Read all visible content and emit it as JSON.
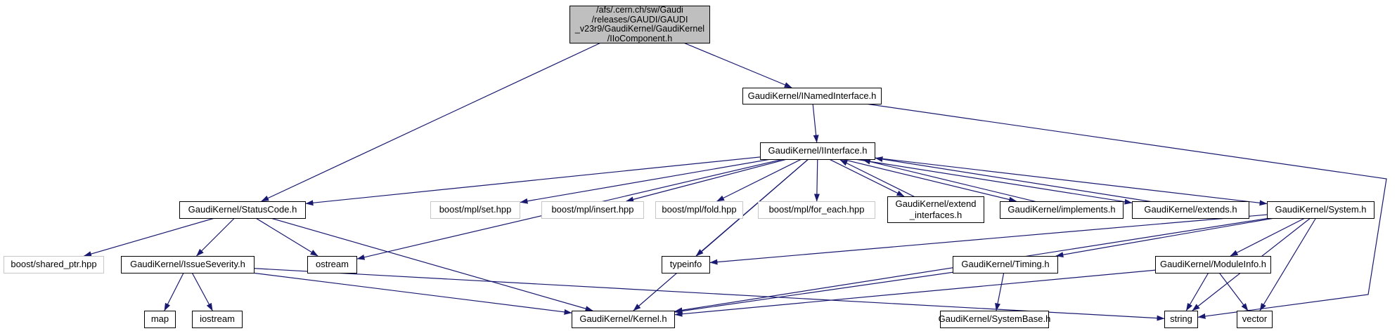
{
  "colors": {
    "edge": "#191970",
    "root_fill": "#bfbfbf",
    "node_fill": "#ffffff",
    "node_border": "#000000",
    "external_border": "#c6c6c6"
  },
  "nodes": [
    {
      "id": "root",
      "kind": "root",
      "label": "/afs/.cern.ch/sw/Gaudi\n/releases/GAUDI/GAUDI\n_v23r9/GaudiKernel/GaudiKernel\n/IIoComponent.h"
    },
    {
      "id": "inamed",
      "kind": "internal",
      "label": "GaudiKernel/INamedInterface.h"
    },
    {
      "id": "iinterface",
      "kind": "internal",
      "label": "GaudiKernel/IInterface.h"
    },
    {
      "id": "statuscode",
      "kind": "internal",
      "label": "GaudiKernel/StatusCode.h"
    },
    {
      "id": "mpl_set",
      "kind": "external",
      "label": "boost/mpl/set.hpp"
    },
    {
      "id": "mpl_insert",
      "kind": "external",
      "label": "boost/mpl/insert.hpp"
    },
    {
      "id": "mpl_fold",
      "kind": "external",
      "label": "boost/mpl/fold.hpp"
    },
    {
      "id": "mpl_foreach",
      "kind": "external",
      "label": "boost/mpl/for_each.hpp"
    },
    {
      "id": "extend_interfaces",
      "kind": "internal",
      "label": "GaudiKernel/extend\n_interfaces.h"
    },
    {
      "id": "implements",
      "kind": "internal",
      "label": "GaudiKernel/implements.h"
    },
    {
      "id": "extends",
      "kind": "internal",
      "label": "GaudiKernel/extends.h"
    },
    {
      "id": "system",
      "kind": "internal",
      "label": "GaudiKernel/System.h"
    },
    {
      "id": "shared_ptr",
      "kind": "external",
      "label": "boost/shared_ptr.hpp"
    },
    {
      "id": "issueseverity",
      "kind": "internal",
      "label": "GaudiKernel/IssueSeverity.h"
    },
    {
      "id": "ostream",
      "kind": "internal",
      "label": "ostream"
    },
    {
      "id": "typeinfo",
      "kind": "internal",
      "label": "typeinfo"
    },
    {
      "id": "timing",
      "kind": "internal",
      "label": "GaudiKernel/Timing.h"
    },
    {
      "id": "moduleinfo",
      "kind": "internal",
      "label": "GaudiKernel/ModuleInfo.h"
    },
    {
      "id": "map",
      "kind": "internal",
      "label": "map"
    },
    {
      "id": "iostream",
      "kind": "internal",
      "label": "iostream"
    },
    {
      "id": "kernel",
      "kind": "internal",
      "label": "GaudiKernel/Kernel.h"
    },
    {
      "id": "systembase",
      "kind": "internal",
      "label": "GaudiKernel/SystemBase.h"
    },
    {
      "id": "string",
      "kind": "internal",
      "label": "string"
    },
    {
      "id": "vector",
      "kind": "internal",
      "label": "vector"
    }
  ],
  "edges": [
    {
      "from": "root",
      "to": "inamed"
    },
    {
      "from": "root",
      "to": "statuscode"
    },
    {
      "from": "inamed",
      "to": "iinterface"
    },
    {
      "from": "inamed",
      "to": "string",
      "via": [
        [
          1972,
          255
        ],
        [
          1946,
          420
        ]
      ]
    },
    {
      "from": "iinterface",
      "to": "statuscode"
    },
    {
      "from": "iinterface",
      "to": "ostream"
    },
    {
      "from": "iinterface",
      "to": "typeinfo"
    },
    {
      "from": "iinterface",
      "to": "mpl_set"
    },
    {
      "from": "iinterface",
      "to": "mpl_insert"
    },
    {
      "from": "iinterface",
      "to": "mpl_fold"
    },
    {
      "from": "iinterface",
      "to": "mpl_foreach"
    },
    {
      "from": "iinterface",
      "to": "extend_interfaces"
    },
    {
      "from": "iinterface",
      "to": "implements"
    },
    {
      "from": "iinterface",
      "to": "extends"
    },
    {
      "from": "iinterface",
      "to": "system"
    },
    {
      "from": "iinterface",
      "to": "kernel"
    },
    {
      "from": "extend_interfaces",
      "to": "iinterface"
    },
    {
      "from": "implements",
      "to": "iinterface"
    },
    {
      "from": "extends",
      "to": "iinterface"
    },
    {
      "from": "statuscode",
      "to": "shared_ptr"
    },
    {
      "from": "statuscode",
      "to": "issueseverity"
    },
    {
      "from": "statuscode",
      "to": "ostream"
    },
    {
      "from": "statuscode",
      "to": "kernel"
    },
    {
      "from": "issueseverity",
      "to": "map"
    },
    {
      "from": "issueseverity",
      "to": "iostream"
    },
    {
      "from": "issueseverity",
      "to": "kernel"
    },
    {
      "from": "issueseverity",
      "to": "string"
    },
    {
      "from": "system",
      "to": "typeinfo"
    },
    {
      "from": "system",
      "to": "timing"
    },
    {
      "from": "system",
      "to": "moduleinfo"
    },
    {
      "from": "system",
      "to": "kernel"
    },
    {
      "from": "system",
      "to": "string"
    },
    {
      "from": "system",
      "to": "vector"
    },
    {
      "from": "timing",
      "to": "kernel"
    },
    {
      "from": "timing",
      "to": "systembase"
    },
    {
      "from": "moduleinfo",
      "to": "kernel"
    },
    {
      "from": "moduleinfo",
      "to": "string"
    },
    {
      "from": "moduleinfo",
      "to": "vector"
    }
  ]
}
